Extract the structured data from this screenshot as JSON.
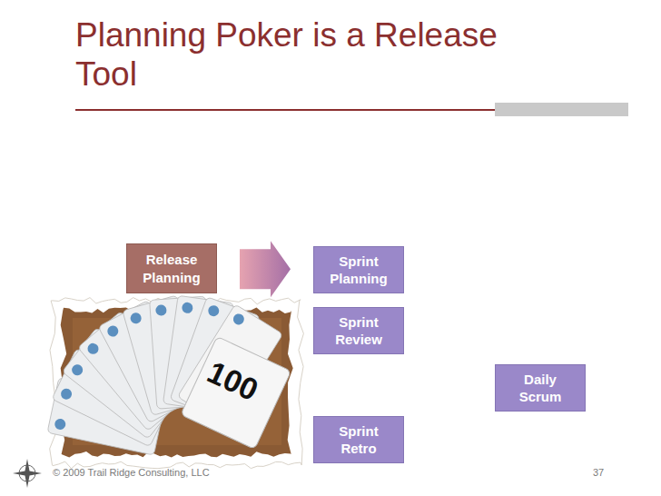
{
  "diagram": {
    "title": "Planning Poker is a Release Tool",
    "nodes": [
      {
        "text": [
          "Release Planning"
        ]
      },
      {
        "text": [
          "Sprint Planning"
        ]
      },
      {
        "text": [
          "Sprint Review"
        ]
      },
      {
        "text": [
          "Daily Scrum"
        ]
      },
      {
        "text": [
          "Sprint Retro"
        ]
      }
    ],
    "edges": [
      {
        "from": 0,
        "to": 1,
        "arrow": "to"
      }
    ],
    "labels": [
      "100",
      "© 2009 Trail Ridge Consulting, LLC",
      "37"
    ]
  }
}
